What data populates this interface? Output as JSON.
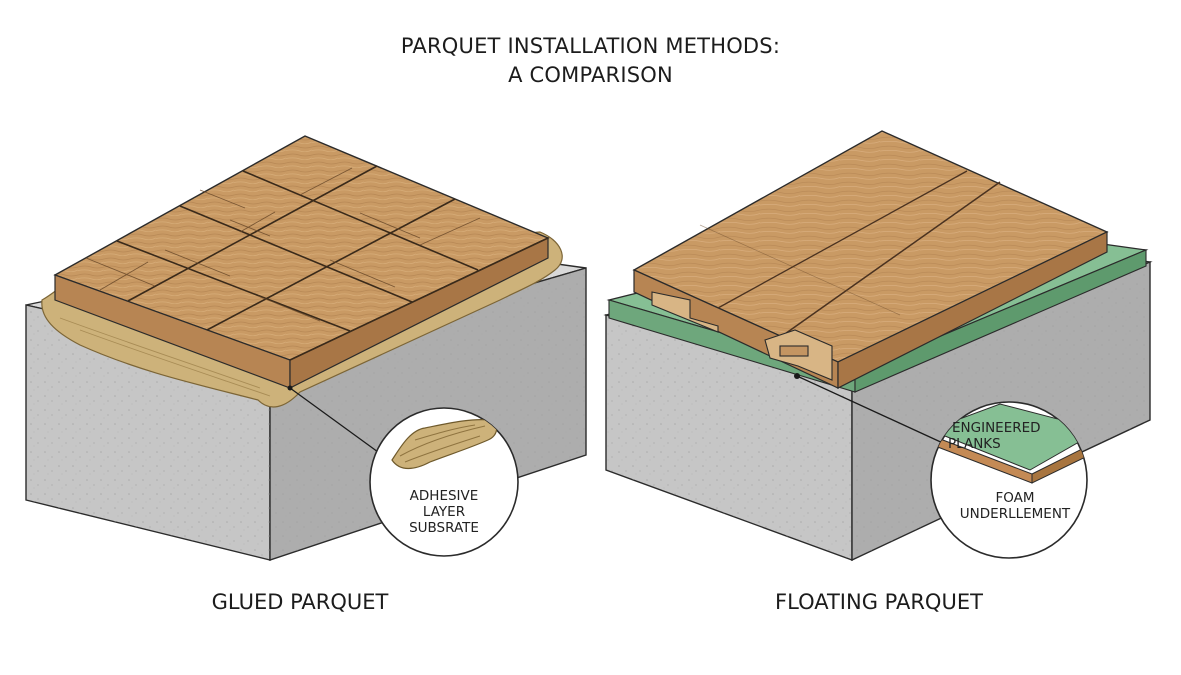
{
  "title": {
    "line1": "PARQUET INSTALLATION METHODS:",
    "line2": "A COMPARISON"
  },
  "left_panel": {
    "caption": "GLUED PARQUET",
    "magnifier_labels": [
      "ADHESIVE",
      "LAYER",
      "SUBSRATE"
    ]
  },
  "right_panel": {
    "caption": "FLOATING PARQUET",
    "magnifier_top_labels": [
      "ENGINEERED",
      "PLANKS"
    ],
    "magnifier_bottom_labels": [
      "FOAM",
      "UNDERLLEMENT"
    ]
  },
  "colors": {
    "wood": "#c99a64",
    "wood_dark": "#a87646",
    "adhesive": "#cdb27a",
    "underlay": "#7fb88d",
    "concrete_top": "#d6d6d6",
    "concrete_front": "#c2c2c2",
    "concrete_side": "#a9a9a9",
    "outline": "#2b2b2b"
  }
}
